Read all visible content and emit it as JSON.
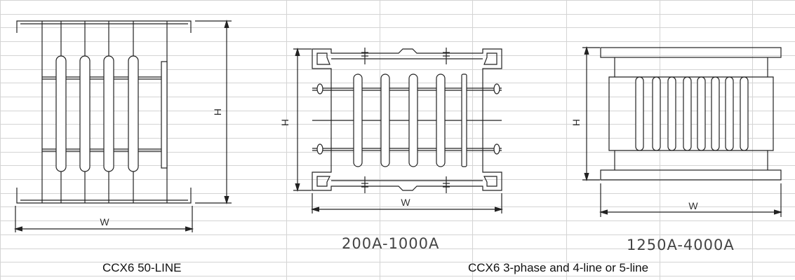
{
  "drawings": {
    "left": {
      "dim_h": "H",
      "dim_w": "W"
    },
    "middle": {
      "dim_h": "H",
      "dim_w": "W",
      "range": "200A-1000A"
    },
    "right": {
      "dim_h": "H",
      "dim_w": "W",
      "range": "1250A-4000A"
    }
  },
  "captions": {
    "left": "CCX6 50-LINE",
    "right": "CCX6 3-phase and 4-line or 5-line"
  },
  "colors": {
    "grid": "#d4d4d4",
    "line": "#222222"
  }
}
